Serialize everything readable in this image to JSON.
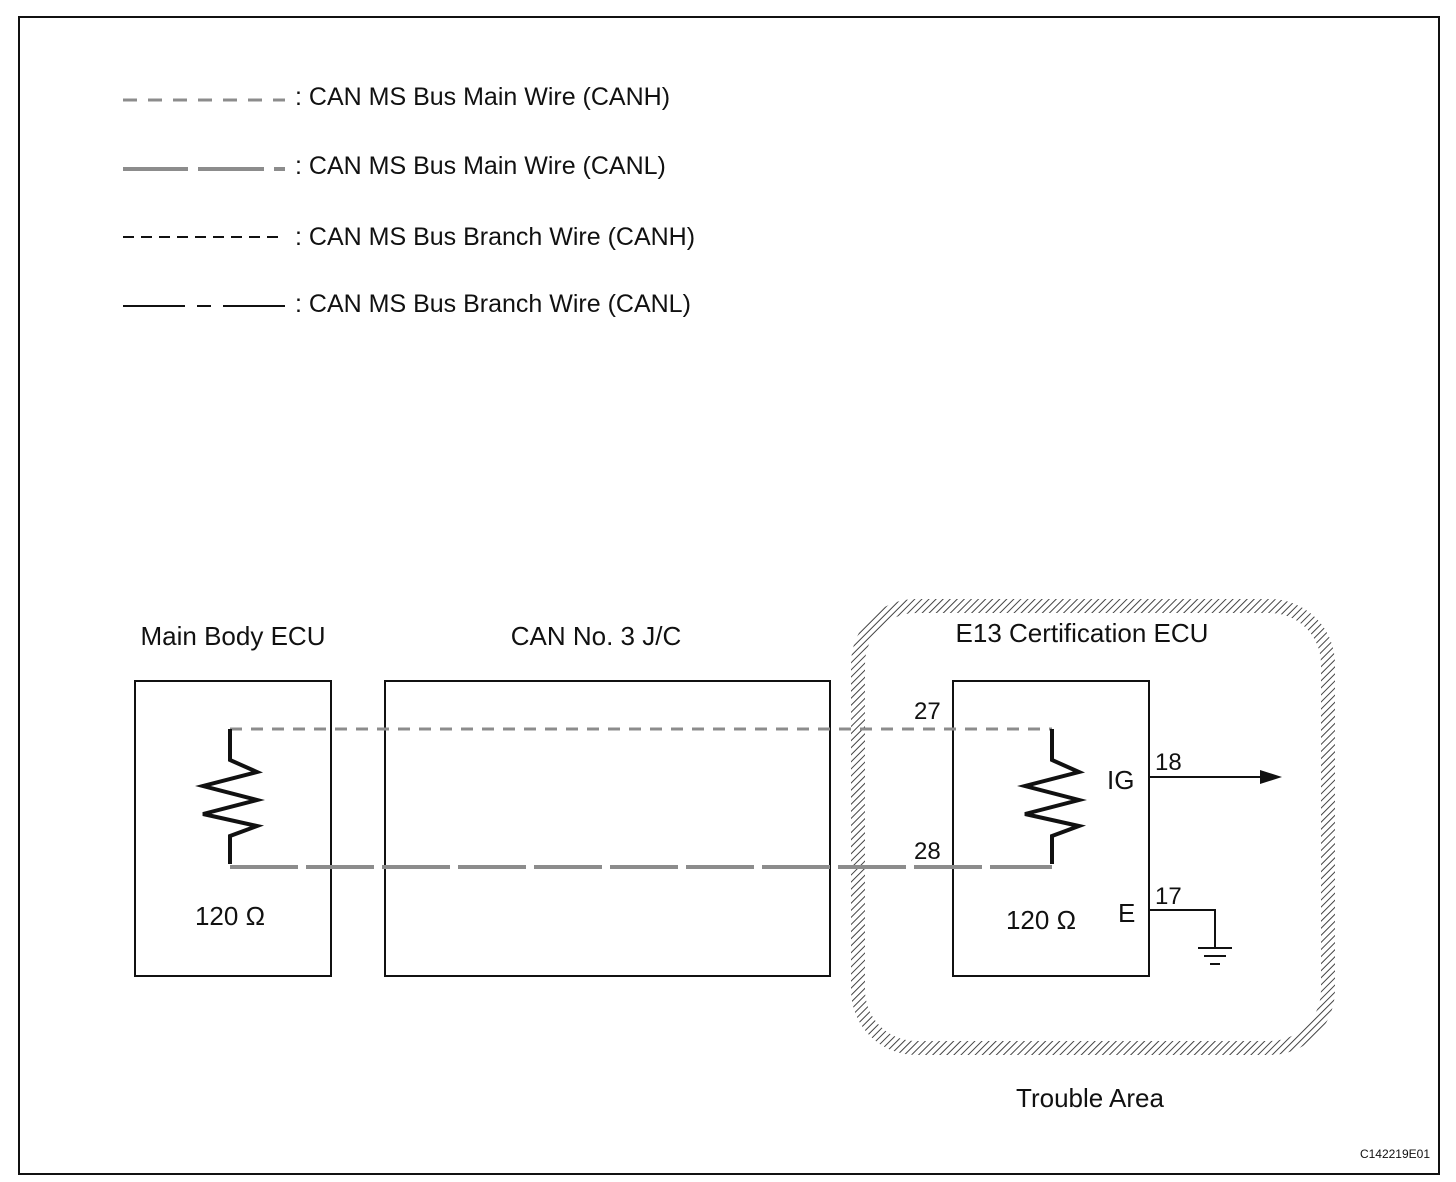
{
  "legend": {
    "items": [
      {
        "label": ": CAN MS Bus Main Wire (CANH)",
        "style": "main-canh"
      },
      {
        "label": ": CAN MS Bus Main Wire (CANL)",
        "style": "main-canl"
      },
      {
        "label": ": CAN MS Bus Branch Wire (CANH)",
        "style": "branch-canh"
      },
      {
        "label": ": CAN MS Bus Branch Wire (CANL)",
        "style": "branch-canl"
      }
    ]
  },
  "components": {
    "main_body_ecu": {
      "title": "Main Body ECU",
      "resistance": "120 Ω"
    },
    "can_jc": {
      "title": "CAN No. 3 J/C"
    },
    "certification_ecu": {
      "title": "E13 Certification ECU",
      "resistance": "120 Ω",
      "pin_canh": "27",
      "pin_canl": "28",
      "pin_ig": "18",
      "pin_ig_label": "IG",
      "pin_e": "17",
      "pin_e_label": "E"
    }
  },
  "trouble_area": {
    "label": "Trouble Area"
  },
  "figure_code": "C142219E01",
  "colors": {
    "line": "#111111",
    "main_wire": "#8c8c8c",
    "hatch": "#555555",
    "background": "#ffffff"
  }
}
